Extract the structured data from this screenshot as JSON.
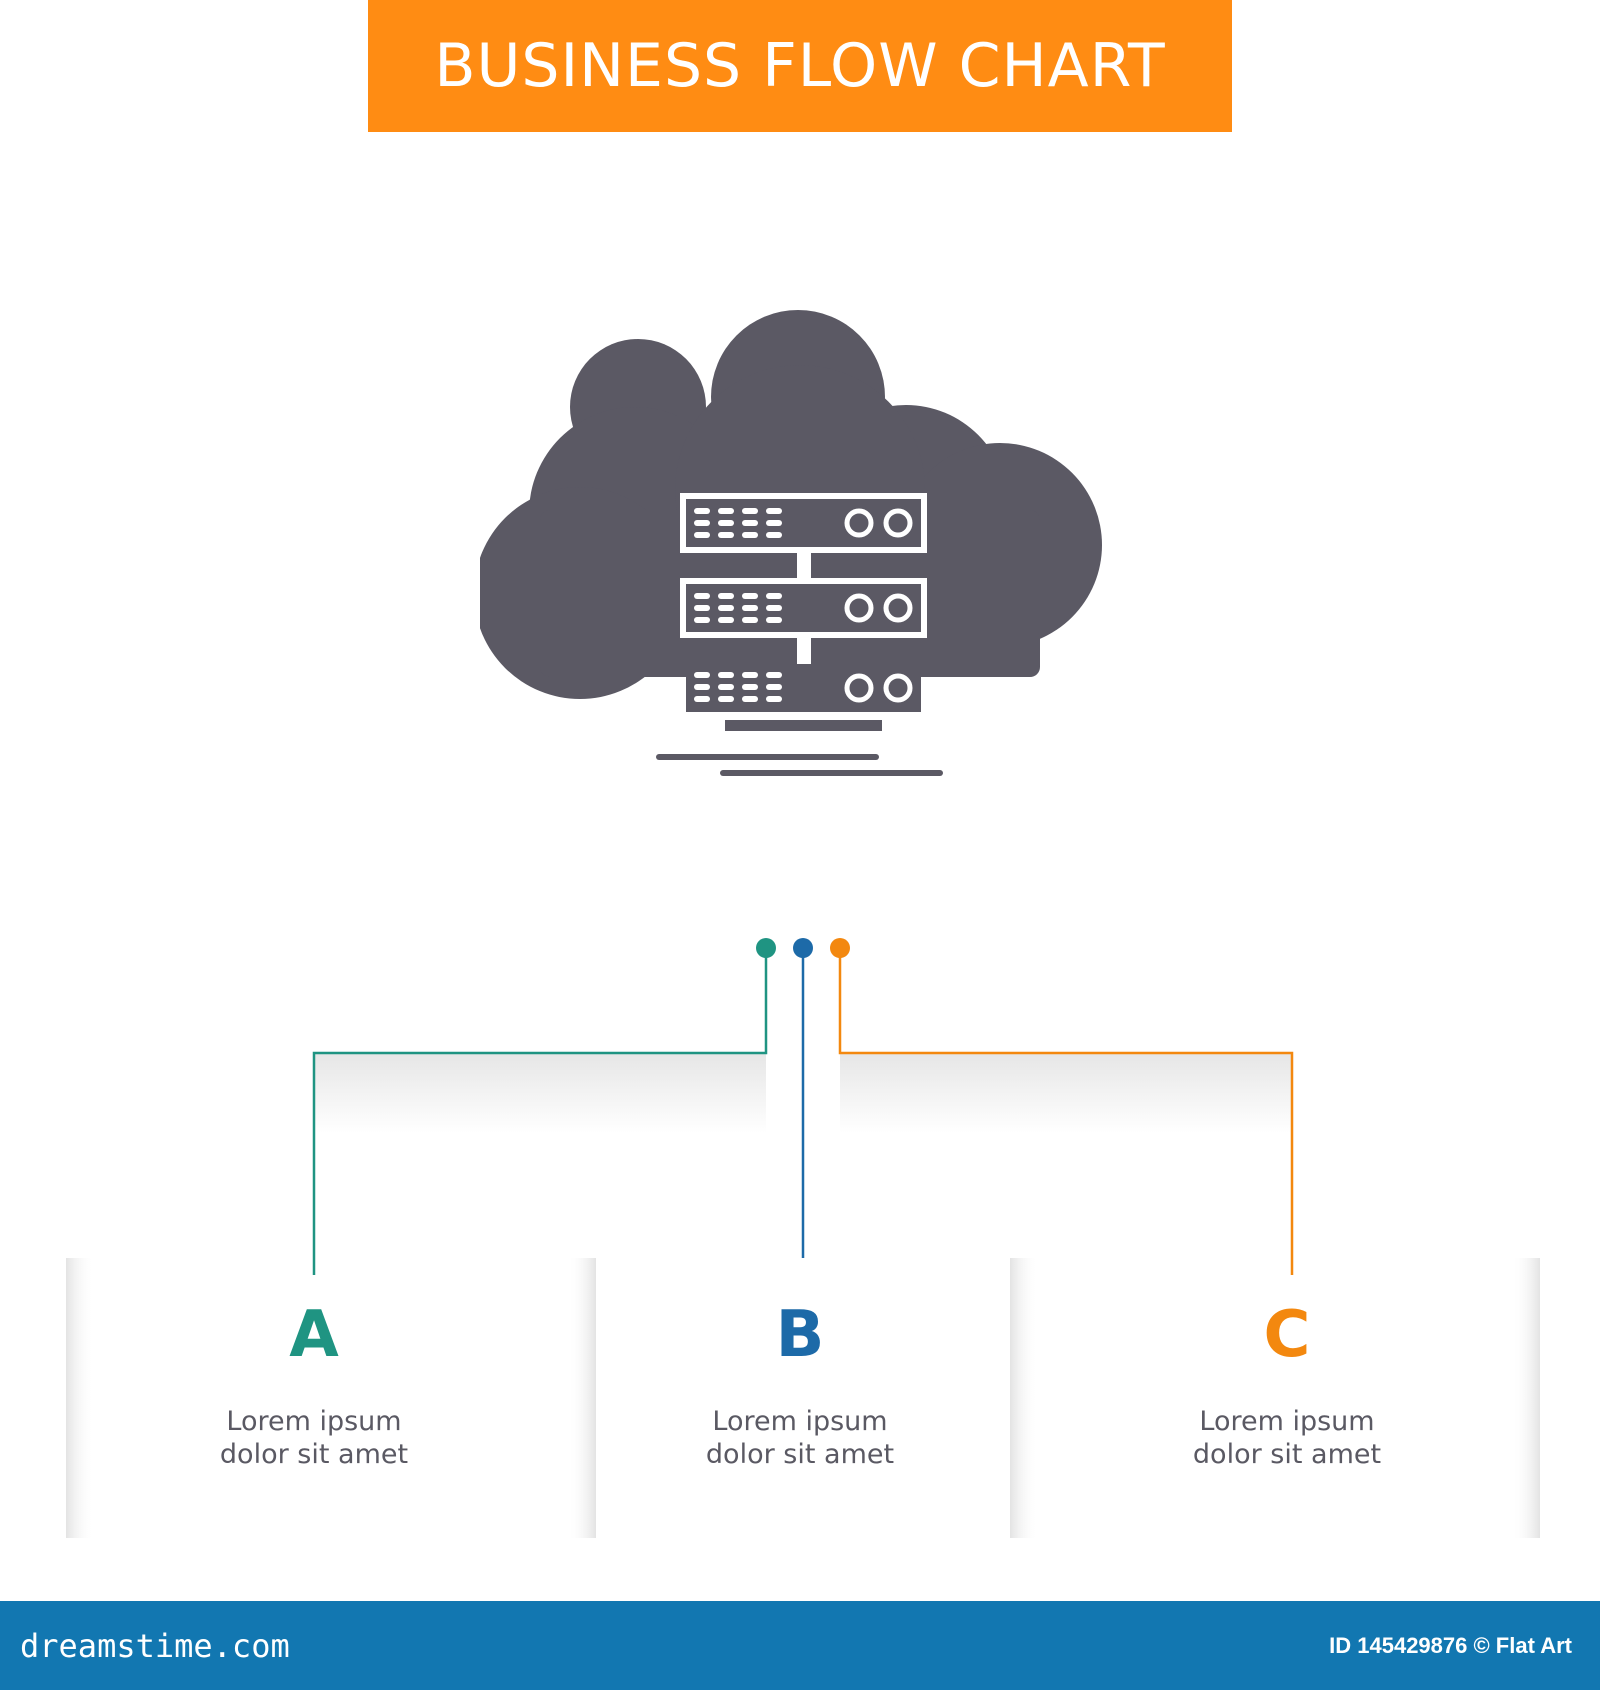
{
  "title": "BUSINESS FLOW CHART",
  "colors": {
    "banner": "#ff8c13",
    "icon": "#5b5964",
    "step_a": "#1f9482",
    "step_b": "#1d6aa8",
    "step_c": "#f3880f",
    "footer": "#1277b1"
  },
  "hero_icon": "cloud-server-icon",
  "steps": [
    {
      "letter": "A",
      "text": "Lorem ipsum\ndolor sit amet"
    },
    {
      "letter": "B",
      "text": "Lorem ipsum\ndolor sit amet"
    },
    {
      "letter": "C",
      "text": "Lorem ipsum\ndolor sit amet"
    }
  ],
  "footer": {
    "brand": "dreamstime.com",
    "credit": "ID 145429876 © Flat Art"
  }
}
